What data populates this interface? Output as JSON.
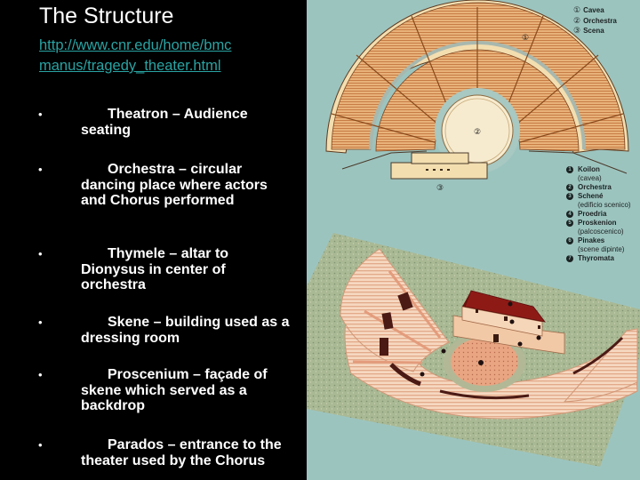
{
  "slide": {
    "title": "The Structure",
    "link": {
      "line1": "http://www.cnr.edu/home/bmc",
      "line2": "manus/tragedy_theater.html"
    },
    "bullets": [
      {
        "symbol": "•",
        "text": "Theatron – Audience seating"
      },
      {
        "symbol": "•",
        "text": "Orchestra – circular dancing place where actors and Chorus performed"
      },
      {
        "symbol": "•",
        "text": "Thymele – altar to Dionysus in center of orchestra"
      },
      {
        "symbol": "•",
        "text": "Skene – building used as a dressing room"
      },
      {
        "symbol": "•",
        "text": "Proscenium – façade of skene which served as a backdrop"
      },
      {
        "symbol": "•",
        "text": "Parados – entrance to the theater used by the Chorus"
      }
    ]
  },
  "illustration": {
    "plan_labels": [
      "①",
      "②",
      "③"
    ],
    "legend_top": [
      {
        "num": "①",
        "label": "Cavea"
      },
      {
        "num": "②",
        "label": "Orchestra"
      },
      {
        "num": "③",
        "label": "Scena"
      }
    ],
    "legend_bottom": [
      {
        "num": "1",
        "label": "Koilon",
        "sub": "(cavea)"
      },
      {
        "num": "2",
        "label": "Orchestra",
        "sub": ""
      },
      {
        "num": "3",
        "label": "Schené",
        "sub": "(edificio scenico)"
      },
      {
        "num": "4",
        "label": "Proedria",
        "sub": ""
      },
      {
        "num": "5",
        "label": "Proskenion",
        "sub": "(palcoscenico)"
      },
      {
        "num": "6",
        "label": "Pinakes",
        "sub": "(scene dipinte)"
      },
      {
        "num": "7",
        "label": "Thyromata",
        "sub": ""
      }
    ]
  },
  "colors": {
    "background": "#000000",
    "title": "#ffffff",
    "link": "#2aa3a3",
    "body_text": "#ffffff",
    "illustration_bg": "#9cc4bf",
    "seating": "#e0a56a",
    "roof": "#8e1a16"
  }
}
